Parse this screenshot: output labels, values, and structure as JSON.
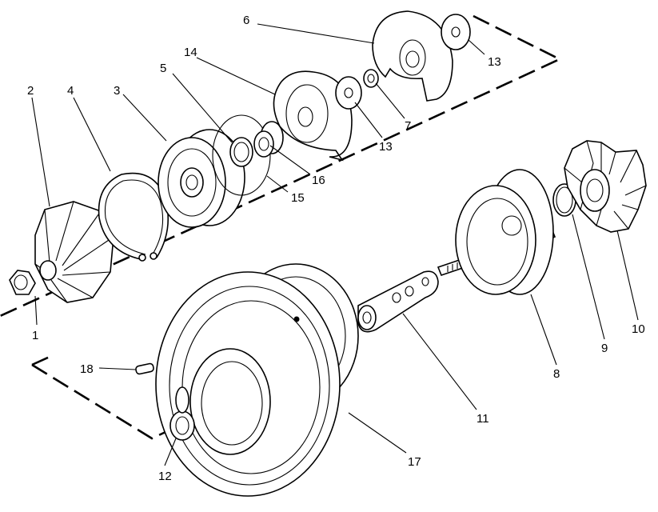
{
  "callouts": {
    "c1": "1",
    "c2": "2",
    "c3": "3",
    "c4": "4",
    "c5": "5",
    "c6": "6",
    "c7": "7",
    "c8": "8",
    "c9": "9",
    "c10": "10",
    "c11": "11",
    "c12": "12",
    "c13a": "13",
    "c13b": "13",
    "c14": "14",
    "c15": "15",
    "c16": "16",
    "c17": "17",
    "c18": "18"
  },
  "colors": {
    "ink": "#000000",
    "paper": "#ffffff"
  }
}
